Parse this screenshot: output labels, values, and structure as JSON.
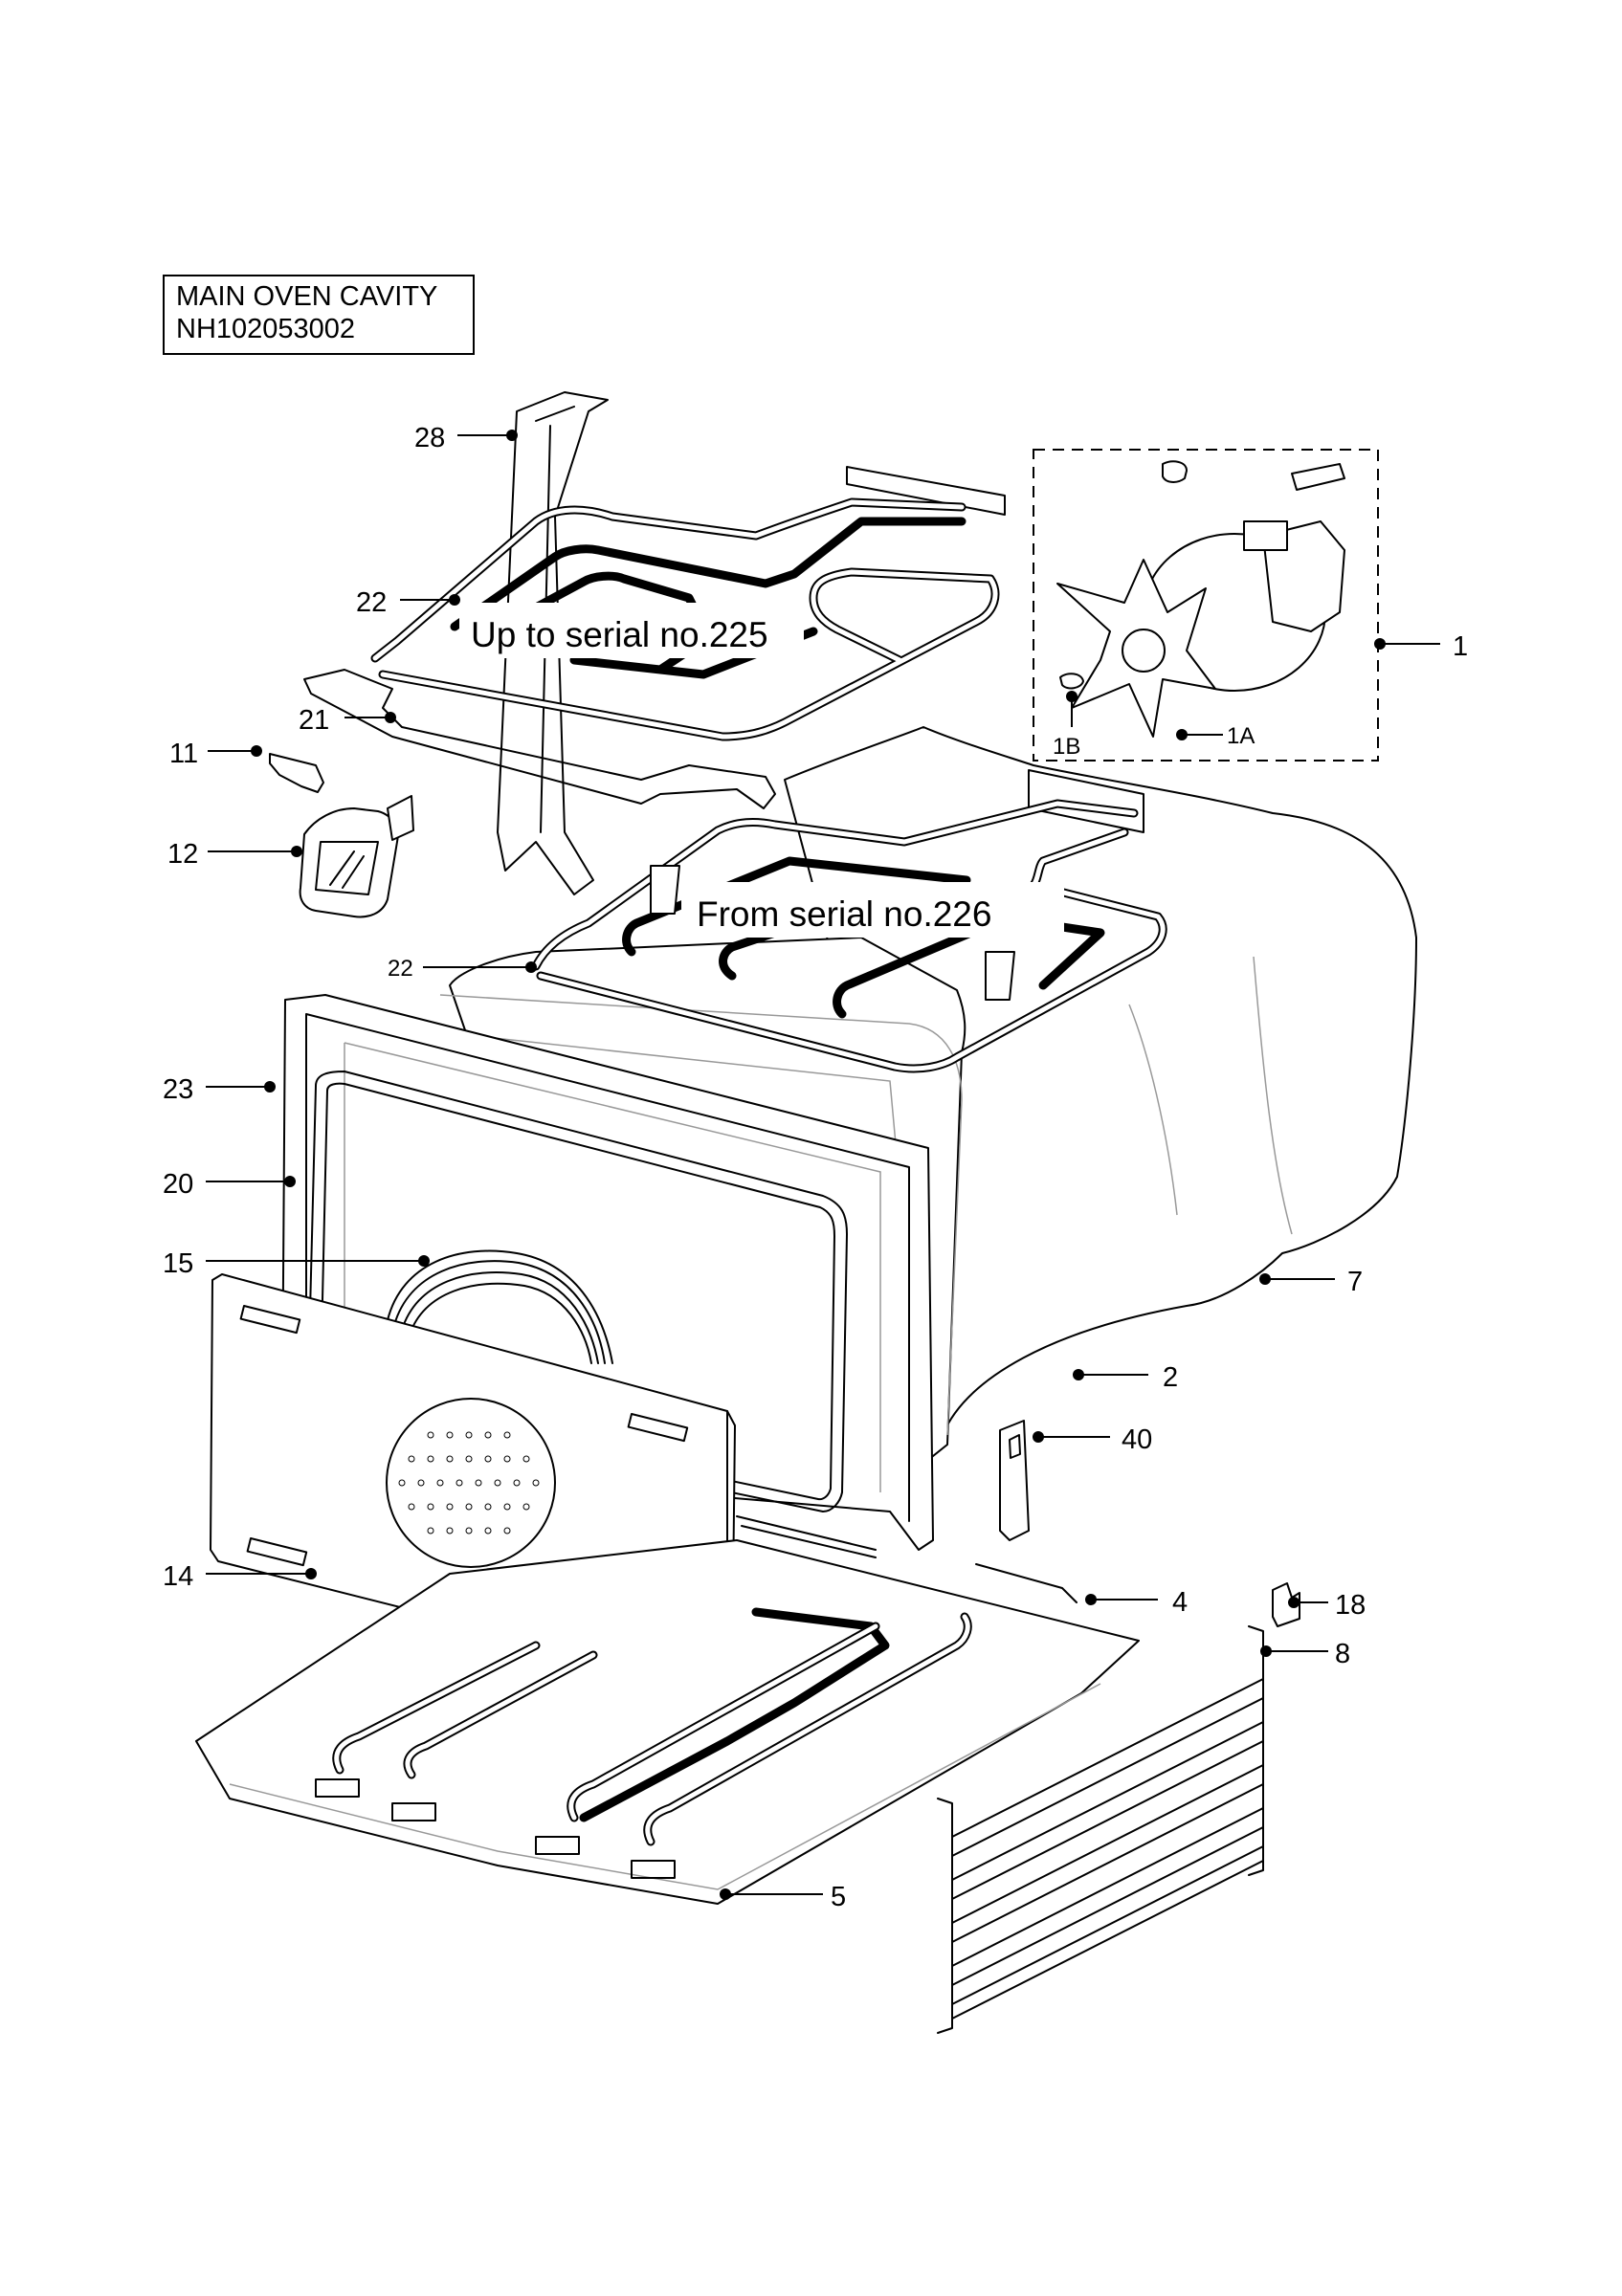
{
  "title": {
    "line1": "MAIN OVEN CAVITY",
    "line2": "NH102053002"
  },
  "notes": {
    "upper_grill": "Up to serial no.225",
    "lower_grill": "From serial no.226"
  },
  "callouts": {
    "c28": "28",
    "c22a": "22",
    "c21": "21",
    "c11": "11",
    "c12": "12",
    "c22b": "22",
    "c23": "23",
    "c20": "20",
    "c15": "15",
    "c14": "14",
    "c1": "1",
    "c1a": "1A",
    "c1b": "1B",
    "c7": "7",
    "c2": "2",
    "c40": "40",
    "c4": "4",
    "c18": "18",
    "c8": "8",
    "c5": "5"
  }
}
